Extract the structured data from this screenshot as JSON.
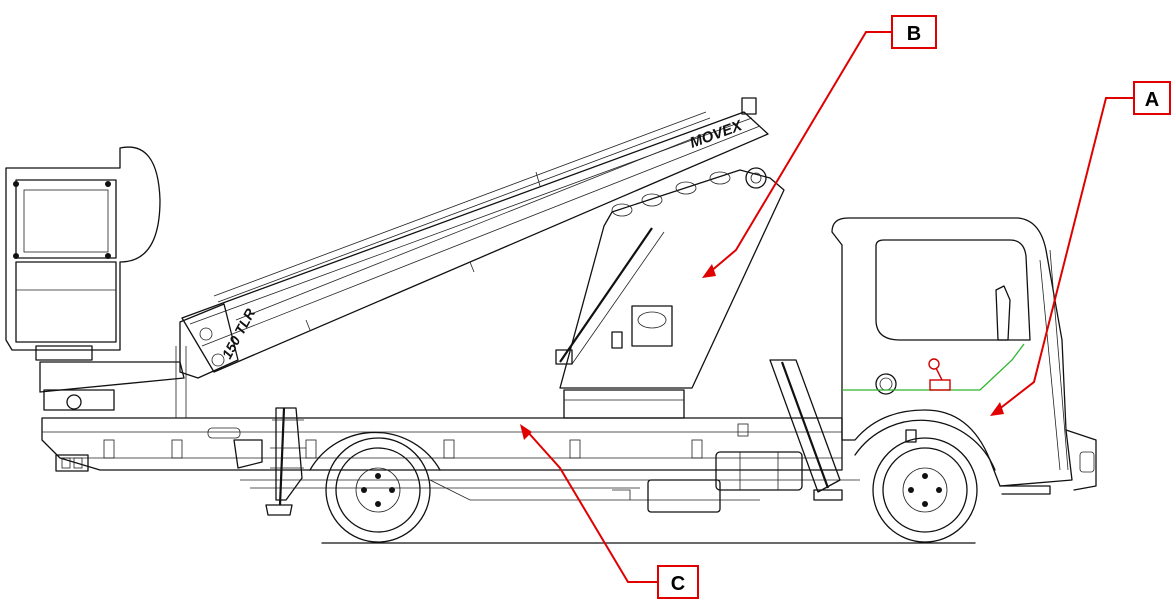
{
  "diagram": {
    "brand_decal": "MOVEX",
    "model_decal": "150 TLR",
    "callouts": [
      {
        "id": "A",
        "label": "A",
        "target": "cab door / fuel area"
      },
      {
        "id": "B",
        "label": "B",
        "target": "turret column"
      },
      {
        "id": "C",
        "label": "C",
        "target": "chassis frame"
      }
    ],
    "colors": {
      "callout": "#e00000",
      "outline": "#111111",
      "cab_detail": "#d00000",
      "wire": "#2db52d"
    }
  }
}
